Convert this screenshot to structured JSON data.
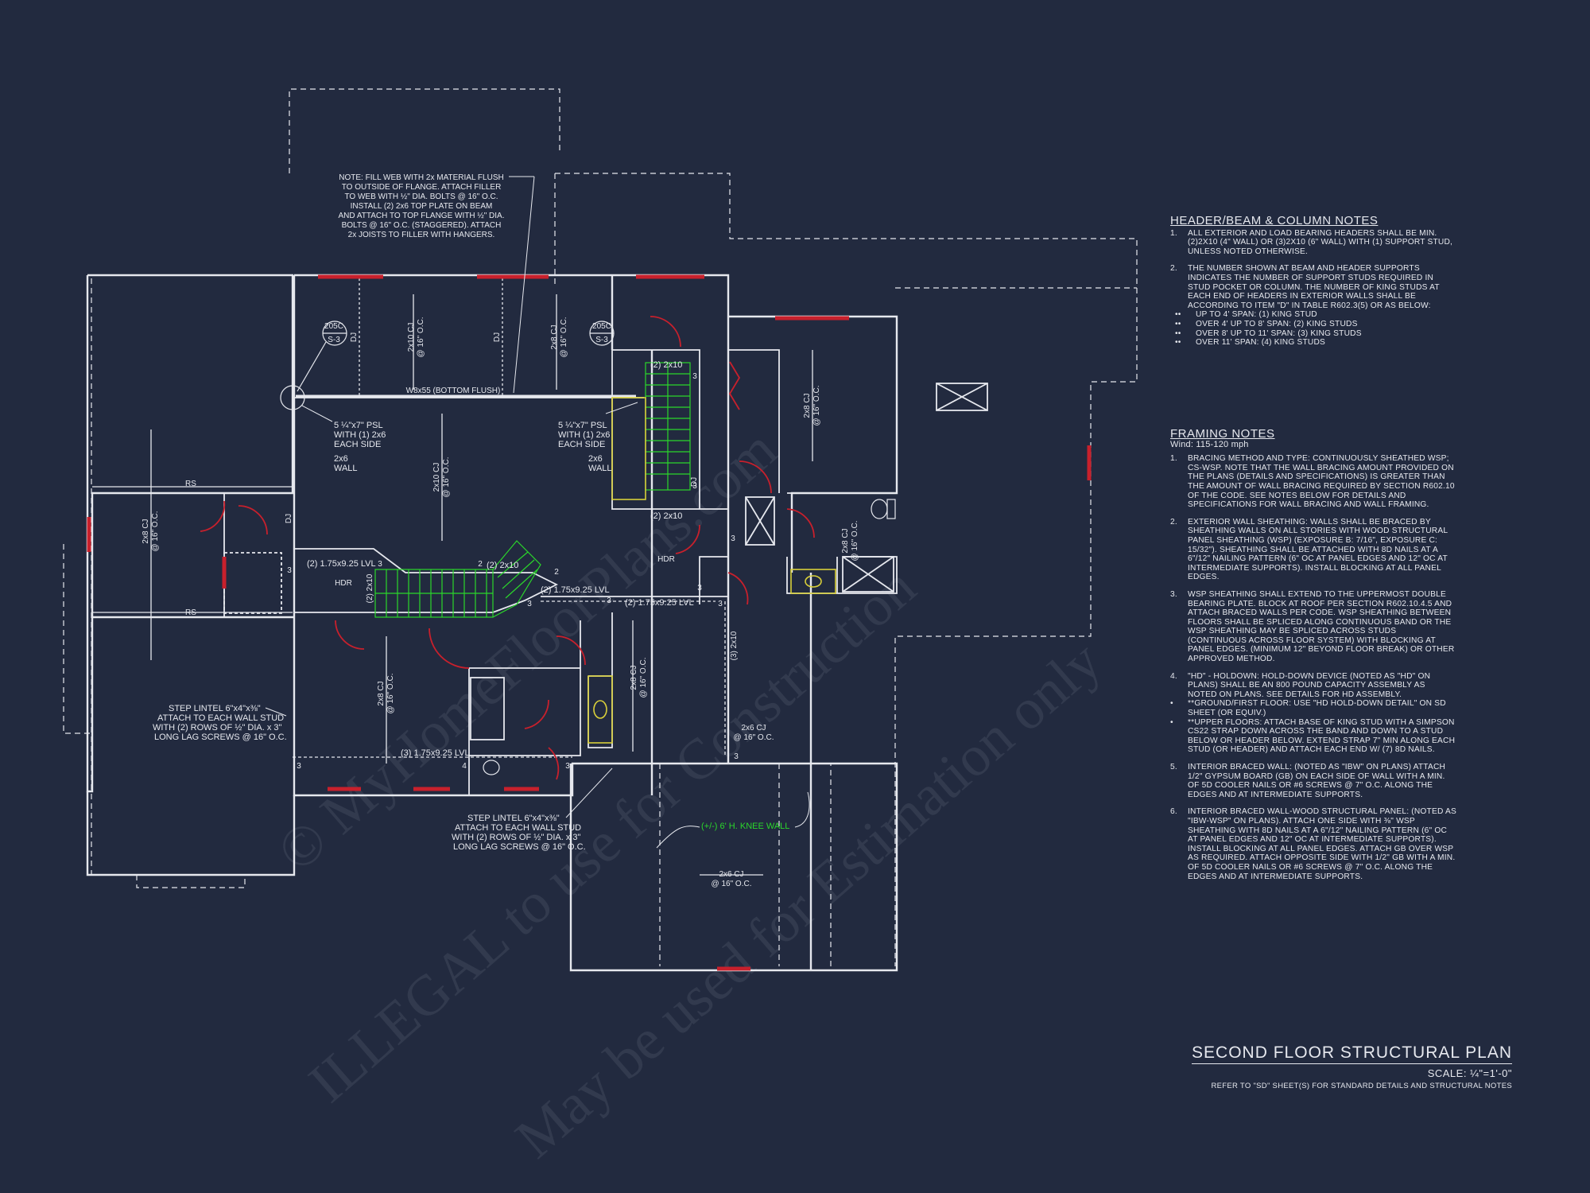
{
  "watermarks": {
    "line1": "© MyHomeFloorPlans.com",
    "line2": "ILLEGAL to use for Construction",
    "line3": "May be used for Estimation only"
  },
  "plan": {
    "top_note": [
      "NOTE: FILL WEB WITH 2x MATERIAL FLUSH",
      "TO OUTSIDE OF FLANGE. ATTACH FILLER",
      "TO WEB WITH ½\" DIA. BOLTS @ 16\" O.C.",
      "INSTALL (2) 2x6 TOP PLATE ON BEAM",
      "AND ATTACH TO TOP FLANGE WITH ½\" DIA.",
      "BOLTS @ 16\" O.C. (STAGGERED). ATTACH",
      "2x JOISTS TO FILLER WITH HANGERS."
    ],
    "beam_label": "W8x55 (BOTTOM FLUSH)",
    "psl_left": [
      "5 ¼\"x7\" PSL",
      "WITH (1) 2x6",
      "EACH SIDE"
    ],
    "psl_right": [
      "5 ¼\"x7\" PSL",
      "WITH (1) 2x6",
      "EACH SIDE"
    ],
    "wall_left": [
      "2x6",
      "WALL"
    ],
    "wall_right": [
      "2x6",
      "WALL"
    ],
    "column_tag_a": "205C",
    "column_tag_b": "S-3",
    "joist_2x10": [
      "2x10 CJ",
      "@ 16\" O.C."
    ],
    "joist_2x8": [
      "2x8 CJ",
      "@ 16\" O.C."
    ],
    "joist_2x6": [
      "2x6 CJ",
      "@ 16\" O.C."
    ],
    "dj": "DJ",
    "rs": "RS",
    "hdr": "HDR",
    "lvl_1": "(2) 1.75x9.25 LVL",
    "lvl_2": "(2) 1.75x9.25 LVL",
    "lvl_3": "(2) 1.75x9.25 LVL",
    "lvl_4": "(3) 1.75x9.25 LVL",
    "two_2x10": "(2) 2x10",
    "three_2x10": "(3) 2x10",
    "knee_wall": "(+/-) 6' H. KNEE WALL",
    "step_lintel_a": [
      "STEP LINTEL 6\"x4\"x⅜\"",
      "ATTACH TO EACH WALL STUD",
      "WITH (2) ROWS OF ½\" DIA. x 3\"",
      "LONG LAG SCREWS @ 16\" O.C."
    ],
    "step_lintel_b": [
      "STEP LINTEL 6\"x4\"x⅜\"",
      "ATTACH TO EACH WALL STUD",
      "WITH (2) ROWS OF ½\" DIA. x 3\"",
      "LONG LAG SCREWS @ 16\" O.C."
    ],
    "nums": [
      "2",
      "3",
      "4"
    ]
  },
  "header_notes": {
    "title": "HEADER/BEAM & COLUMN NOTES",
    "items": [
      {
        "n": "1.",
        "text": "ALL EXTERIOR AND LOAD BEARING HEADERS SHALL BE MIN. (2)2x10 (4\" WALL) OR (3)2x10 (6\" WALL) WITH (1) SUPPORT STUD, UNLESS NOTED OTHERWISE."
      },
      {
        "n": "2.",
        "text": "THE NUMBER SHOWN AT BEAM AND HEADER SUPPORTS INDICATES THE NUMBER OF SUPPORT STUDS REQUIRED IN STUD POCKET OR COLUMN. THE NUMBER OF KING STUDS AT EACH END OF HEADERS IN EXTERIOR WALLS SHALL BE ACCORDING TO ITEM \"d\" IN TABLE R602.3(5) OR AS BELOW:"
      }
    ],
    "bullets": [
      "UP TO 4' SPAN: (1) KING STUD",
      "OVER 4' UP TO 8' SPAN: (2) KING STUDS",
      "OVER 8' UP TO 11' SPAN: (3) KING STUDS",
      "OVER 11' SPAN: (4) KING STUDS"
    ]
  },
  "framing_notes": {
    "title": "FRAMING NOTES",
    "wind": "Wind: 115-120 mph",
    "items": [
      {
        "n": "1.",
        "text": "BRACING METHOD AND TYPE: CONTINUOUSLY SHEATHED WSP; CS-WSP. NOTE THAT THE WALL BRACING AMOUNT PROVIDED ON THE PLANS (DETAILS AND SPECIFICATIONS) IS GREATER THAN THE AMOUNT OF WALL BRACING REQUIRED BY SECTION R602.10 OF THE CODE. SEE NOTES BELOW FOR DETAILS AND SPECIFICATIONS FOR WALL BRACING AND WALL FRAMING."
      },
      {
        "n": "2.",
        "text": "EXTERIOR WALL SHEATHING: WALLS SHALL BE BRACED BY SHEATHING WALLS ON ALL STORIES WITH WOOD STRUCTURAL PANEL SHEATHING (WSP) (EXPOSURE B: 7/16\", EXPOSURE C: 15/32\"). SHEATHING SHALL BE ATTACHED WITH 8d NAILS AT A 6\"/12\" NAILING PATTERN (6\" OC AT PANEL EDGES AND 12\" OC AT INTERMEDIATE SUPPORTS). INSTALL BLOCKING AT ALL PANEL EDGES."
      },
      {
        "n": "3.",
        "text": "WSP SHEATHING SHALL EXTEND TO THE UPPERMOST DOUBLE BEARING PLATE. BLOCK AT ROOF PER SECTION R602.10.4.5 AND ATTACH BRACED WALLS PER CODE. WSP SHEATHING BETWEEN FLOORS SHALL BE SPLICED ALONG CONTINUOUS BAND OR THE WSP SHEATHING MAY BE SPLICED ACROSS STUDS (CONTINUOUS ACROSS FLOOR SYSTEM) WITH BLOCKING AT PANEL EDGES. (MINIMUM 12\" BEYOND FLOOR BREAK) OR OTHER APPROVED METHOD."
      },
      {
        "n": "4.",
        "text": "\"HD\" - HOLDOWN: HOLD-DOWN DEVICE (NOTED AS \"HD\" ON PLANS) SHALL BE AN 800 POUND CAPACITY ASSEMBLY AS NOTED ON PLANS. SEE DETAILS FOR HD ASSEMBLY."
      }
    ],
    "sub_bullets": [
      "**GROUND/FIRST FLOOR: USE \"HD HOLD-DOWN DETAIL\" ON SD SHEET (OR EQUIV.)",
      "**UPPER FLOORS: ATTACH BASE OF KING STUD WITH A SIMPSON CS22 STRAP DOWN ACROSS THE BAND AND DOWN TO A STUD BELOW OR HEADER BELOW. EXTEND STRAP 7\" MIN ALONG EACH STUD (OR HEADER) AND ATTACH EACH END W/ (7) 8d NAILS."
    ],
    "items2": [
      {
        "n": "5.",
        "text": "INTERIOR BRACED WALL: (NOTED AS \"IBW\" ON PLANS) ATTACH 1/2\" GYPSUM BOARD (GB) ON EACH SIDE OF WALL WITH A MIN. OF 5d COOLER NAILS OR #6 SCREWS @ 7\" O.C. ALONG THE EDGES AND AT INTERMEDIATE SUPPORTS."
      },
      {
        "n": "6.",
        "text": "INTERIOR BRACED WALL-WOOD STRUCTURAL PANEL: (NOTED AS \"IBW-WSP\" ON PLANS). ATTACH ONE SIDE WITH ⅜\" WSP SHEATHING WITH 8d NAILS AT A 6\"/12\" NAILING PATTERN (6\" OC AT PANEL EDGES AND 12\" OC AT INTERMEDIATE SUPPORTS). INSTALL BLOCKING AT ALL PANEL EDGES. ATTACH GB OVER WSP AS REQUIRED. ATTACH OPPOSITE SIDE WITH 1/2\" GB WITH A MIN. OF 5d COOLER NAILS OR #6 SCREWS @ 7\" O.C. ALONG THE EDGES AND AT INTERMEDIATE SUPPORTS."
      }
    ]
  },
  "title_block": {
    "title": "SECOND FLOOR STRUCTURAL PLAN",
    "scale": "SCALE: ¼\"=1'-0\"",
    "refer": "REFER TO \"SD\" SHEET(S) FOR STANDARD DETAILS AND STRUCTURAL NOTES"
  },
  "colors": {
    "background": "#222a3f",
    "line": "#e6e8ee",
    "window": "#c8202c",
    "stair": "#2bd62b",
    "fixture": "#d8cf3a"
  }
}
